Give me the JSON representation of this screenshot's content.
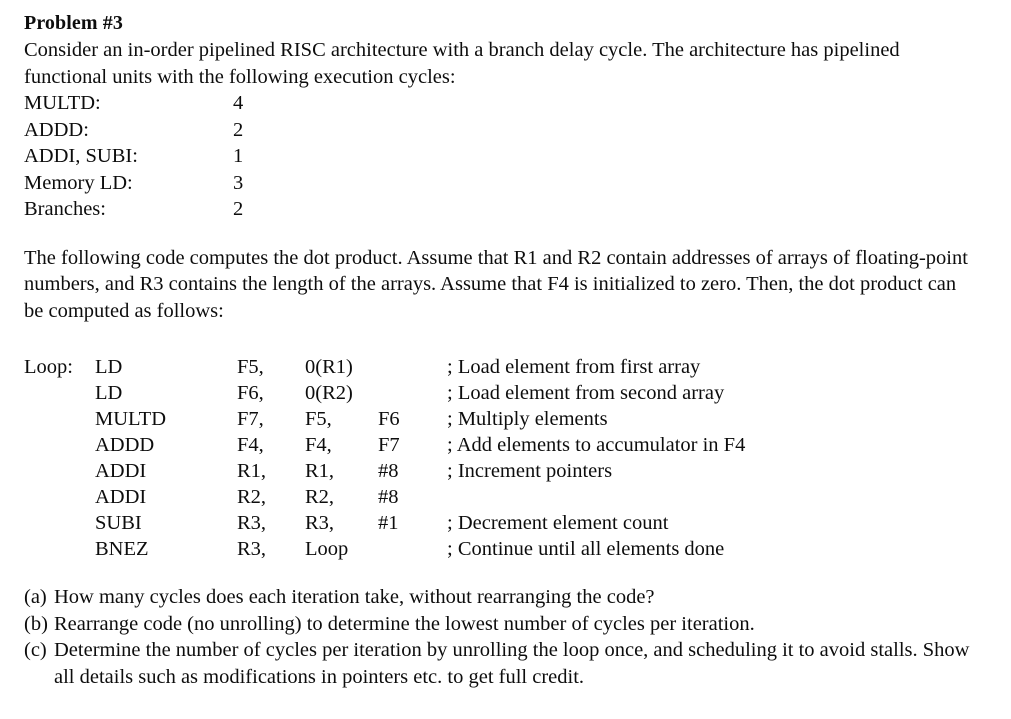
{
  "document": {
    "heading": "Problem #3",
    "intro_paragraph": "Consider an in-order pipelined RISC architecture with a branch delay cycle. The architecture has pipelined functional units with the following execution cycles:",
    "cycles_table": {
      "rows": [
        {
          "unit": "MULTD:",
          "cycles": "4"
        },
        {
          "unit": "ADDD:",
          "cycles": "2"
        },
        {
          "unit": "ADDI, SUBI:",
          "cycles": "1"
        },
        {
          "unit": "Memory LD:",
          "cycles": "3"
        },
        {
          "unit": "Branches:",
          "cycles": "2"
        }
      ]
    },
    "description_paragraph": "The following code computes the dot product. Assume that R1 and R2 contain addresses of arrays of floating-point numbers, and R3 contains the length of the arrays. Assume that F4 is initialized to zero. Then, the dot product can be computed as follows:",
    "code_listing": {
      "lines": [
        {
          "label": "Loop:",
          "op": "LD",
          "a1": "F5,",
          "a2": "0(R1)",
          "a3": "",
          "comment": "; Load element from first array"
        },
        {
          "label": "",
          "op": "LD",
          "a1": "F6,",
          "a2": "0(R2)",
          "a3": "",
          "comment": "; Load element from second array"
        },
        {
          "label": "",
          "op": "MULTD",
          "a1": "F7,",
          "a2": "F5,",
          "a3": "F6",
          "comment": "; Multiply elements"
        },
        {
          "label": "",
          "op": "ADDD",
          "a1": "F4,",
          "a2": "F4,",
          "a3": "F7",
          "comment": "; Add elements to accumulator in F4"
        },
        {
          "label": "",
          "op": "ADDI",
          "a1": "R1,",
          "a2": "R1,",
          "a3": "#8",
          "comment": "; Increment pointers"
        },
        {
          "label": "",
          "op": "ADDI",
          "a1": "R2,",
          "a2": "R2,",
          "a3": "#8",
          "comment": ""
        },
        {
          "label": "",
          "op": "SUBI",
          "a1": "R3,",
          "a2": "R3,",
          "a3": "#1",
          "comment": "; Decrement element count"
        },
        {
          "label": "",
          "op": "BNEZ",
          "a1": "R3,",
          "a2": "Loop",
          "a3": "",
          "comment": "; Continue until all elements done"
        }
      ]
    },
    "questions": [
      {
        "marker": "(a)",
        "text": "How many cycles does each iteration take, without rearranging the code?"
      },
      {
        "marker": "(b)",
        "text": "Rearrange code (no unrolling) to determine the lowest number of cycles per iteration."
      },
      {
        "marker": "(c)",
        "text": "Determine the number of cycles per iteration by unrolling the loop once, and scheduling it to avoid stalls. Show all details such as modifications in pointers etc. to get full credit."
      }
    ]
  }
}
